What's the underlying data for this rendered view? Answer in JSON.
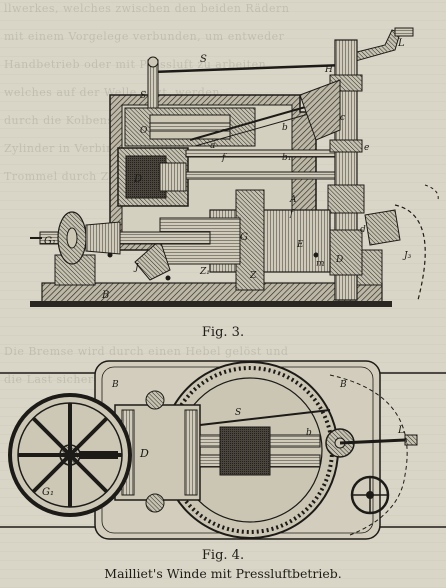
{
  "figure3": {
    "caption": "Fig. 3.",
    "labels": [
      "S",
      "S",
      "H",
      "L",
      "O",
      "b",
      "a",
      "f",
      "D",
      "c",
      "e",
      "b₁",
      "G",
      "A",
      "f",
      "E",
      "G₁",
      "d",
      "J",
      "Z₁",
      "Z",
      "B",
      "m",
      "D",
      "J₃"
    ]
  },
  "figure4": {
    "caption": "Fig. 4.",
    "labels": [
      "B",
      "S",
      "B",
      "b",
      "D",
      "L",
      "G₁"
    ]
  },
  "title": "Mailliet's Winde mit Pressluftbetrieb."
}
